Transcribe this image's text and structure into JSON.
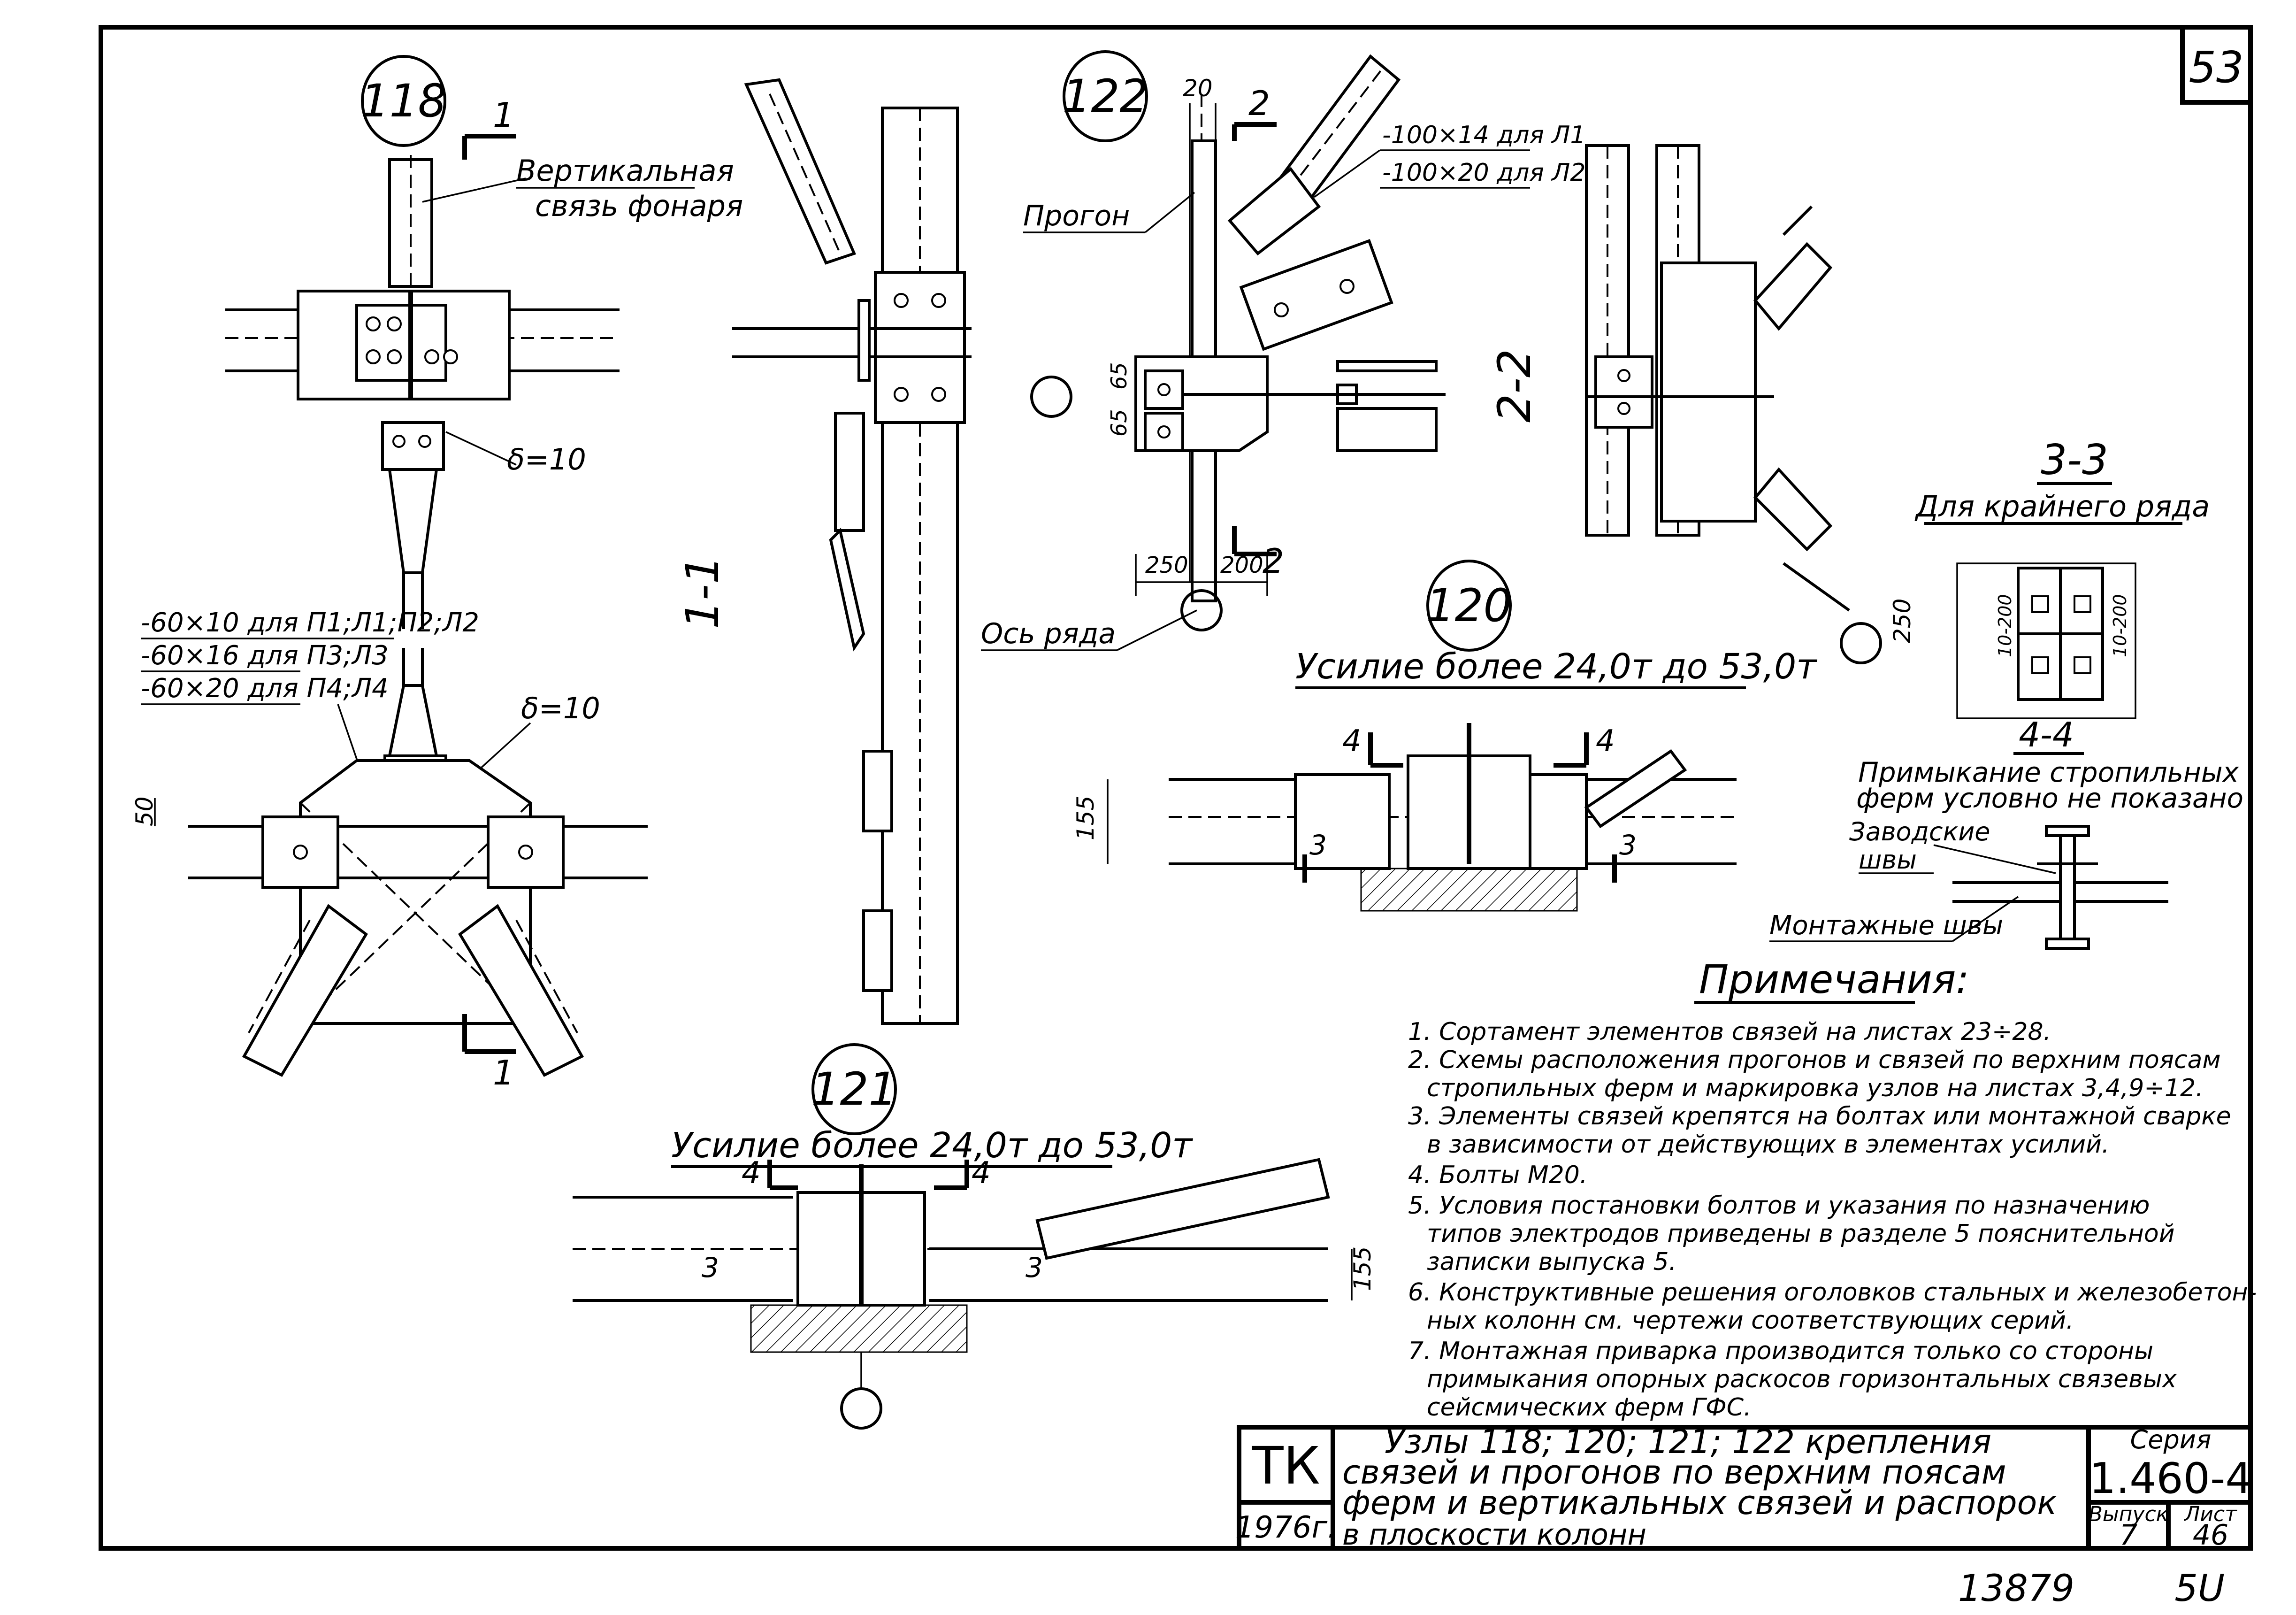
{
  "sheet": {
    "page_number": "53",
    "bottom_numbers": [
      "13879",
      "5U"
    ]
  },
  "node118": {
    "label": "118",
    "vertical_brace_label": [
      "Вертикальная",
      "связь фонаря"
    ],
    "section_mark": "1",
    "delta_top": "δ=10",
    "delta_bottom": "δ=10",
    "plate_notes": [
      "-60×10 для П1;Л1;П2;Л2",
      "-60×16 для П3;Л3",
      "-60×20 для П4;Л4"
    ],
    "dim_50": "50"
  },
  "section_1_1": {
    "label": "1-1"
  },
  "node122": {
    "label": "122",
    "dim_20": "20",
    "section_mark": "2",
    "plate_notes": [
      "-100×14 для Л1",
      "-100×20 для Л2"
    ],
    "purlin_label": "Прогон",
    "row_axis_label": "Ось ряда",
    "dim_65a": "65",
    "dim_65b": "65",
    "dim_250": "250",
    "dim_200": "200"
  },
  "section_2_2": {
    "label": "2-2"
  },
  "node120": {
    "label": "120",
    "force_label": "Усилие более 24,0т до 53,0т",
    "section_4": "4",
    "section_3": "3",
    "dim_155": "155"
  },
  "section_3_3": {
    "title": "3-3",
    "subtitle": "Для крайнего ряда",
    "dim_250": "250",
    "dim_10_200_left": "10-200",
    "dim_10_200_right": "10-200",
    "section_4_4": "4-4",
    "note_lines": [
      "Примыкание стропильных",
      "ферм условно не показано"
    ],
    "factory_welds": [
      "Заводские",
      "швы"
    ],
    "field_welds": "Монтажные швы"
  },
  "node121": {
    "label": "121",
    "force_label": "Усилие более 24,0т до 53,0т",
    "section_4": "4",
    "section_3": "3",
    "dim_155": "155"
  },
  "notes": {
    "title": "Примечания:",
    "items": [
      "1. Сортамент элементов связей на листах 23÷28.",
      "2. Схемы расположения прогонов и связей по верхним поясам",
      "стропильных ферм и маркировка узлов на листах 3,4,9÷12.",
      "3. Элементы связей крепятся на болтах или монтажной сварке",
      "в зависимости от действующих в элементах усилий.",
      "4. Болты М20.",
      "5. Условия постановки болтов и указания по назначению",
      "типов электродов приведены в разделе 5 пояснительной",
      "записки выпуска 5.",
      "6. Конструктивные решения оголовков стальных и железобетон-",
      "ных колонн см. чертежи соответствующих серий.",
      "7. Монтажная приварка производится только со стороны",
      "примыкания опорных раскосов горизонтальных связевых",
      "сейсмических ферм ГФС."
    ]
  },
  "title_block": {
    "tk": "ТК",
    "year": "1976г.",
    "title_lines": [
      "Узлы 118; 120; 121; 122 крепления",
      "связей и прогонов по верхним поясам",
      "ферм и вертикальных связей и распорок",
      "в плоскости колонн"
    ],
    "series_label": "Серия",
    "series_value": "1.460-4",
    "issue_label": "Выпуск",
    "issue_value": "7",
    "sheet_label": "Лист",
    "sheet_value": "46"
  }
}
